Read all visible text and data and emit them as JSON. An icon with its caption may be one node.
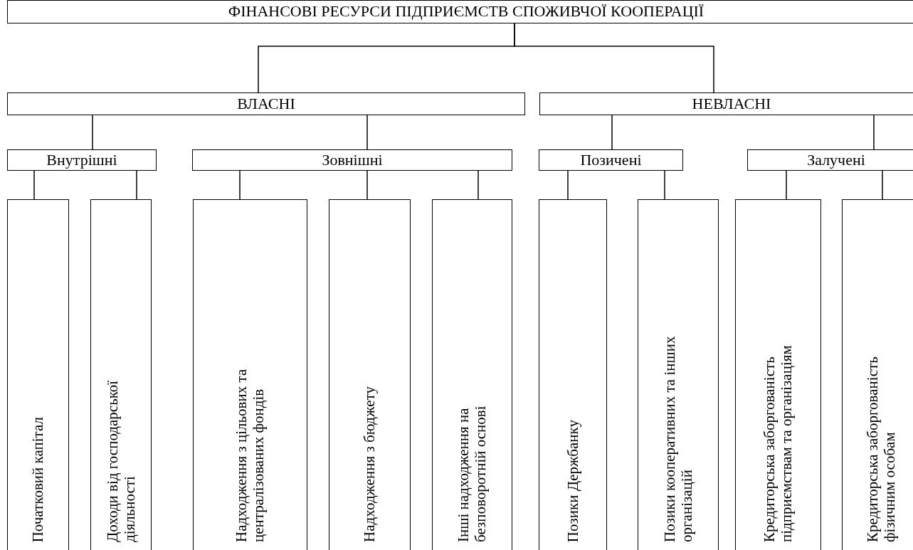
{
  "diagram": {
    "nodes": [
      {
        "text": [
          "ФІНАНСОВІ РЕСУРСИ ПІДПРИЄМСТВ СПОЖИВЧОЇ КООПЕРАЦІЇ"
        ]
      },
      {
        "text": [
          "ВЛАСНІ"
        ]
      },
      {
        "text": [
          "НЕВЛАСНІ"
        ]
      },
      {
        "text": [
          "Внутрішні"
        ]
      },
      {
        "text": [
          "Зовнішні"
        ]
      },
      {
        "text": [
          "Позичені"
        ]
      },
      {
        "text": [
          "Залучені"
        ]
      },
      {
        "text": [
          "Початковий капітал"
        ]
      },
      {
        "text": [
          "Доходи від господарської діяльності"
        ]
      },
      {
        "text": [
          "Надходження з цільових та централізованих фондів"
        ]
      },
      {
        "text": [
          "Надходження з бюджету"
        ]
      },
      {
        "text": [
          "Інші надходження на безповоротній основі"
        ]
      },
      {
        "text": [
          "Позики Держбанку"
        ]
      },
      {
        "text": [
          "Позики  кооперативних та інших організацій"
        ]
      },
      {
        "text": [
          "Кредиторська заборгованість підприємствам та організаціям"
        ]
      },
      {
        "text": [
          "Кредиторська заборгованість фізичним особам"
        ]
      }
    ],
    "edges": [
      {
        "from": 0,
        "to": 1,
        "arrow": "none"
      },
      {
        "from": 0,
        "to": 2,
        "arrow": "none"
      },
      {
        "from": 1,
        "to": 3,
        "arrow": "none"
      },
      {
        "from": 1,
        "to": 4,
        "arrow": "none"
      },
      {
        "from": 2,
        "to": 5,
        "arrow": "none"
      },
      {
        "from": 2,
        "to": 6,
        "arrow": "none"
      },
      {
        "from": 3,
        "to": 7,
        "arrow": "none"
      },
      {
        "from": 3,
        "to": 8,
        "arrow": "none"
      },
      {
        "from": 4,
        "to": 9,
        "arrow": "none"
      },
      {
        "from": 4,
        "to": 10,
        "arrow": "none"
      },
      {
        "from": 4,
        "to": 11,
        "arrow": "none"
      },
      {
        "from": 5,
        "to": 12,
        "arrow": "none"
      },
      {
        "from": 5,
        "to": 13,
        "arrow": "none"
      },
      {
        "from": 6,
        "to": 14,
        "arrow": "none"
      },
      {
        "from": 6,
        "to": 15,
        "arrow": "none"
      }
    ]
  }
}
